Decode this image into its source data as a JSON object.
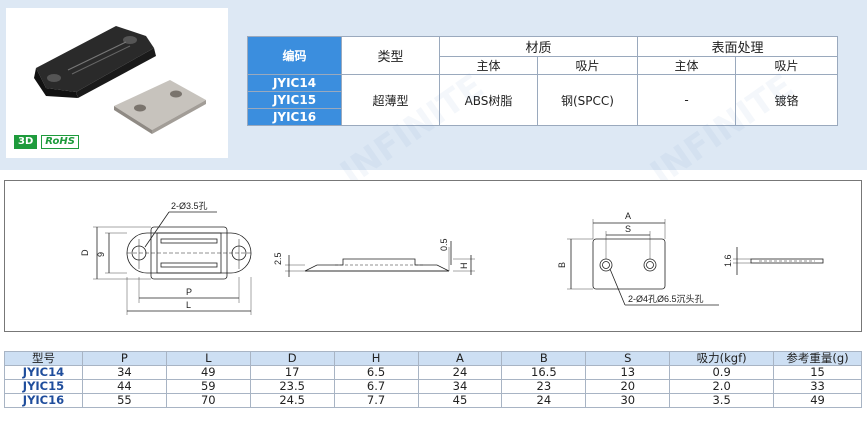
{
  "badges": {
    "three_d": "3D",
    "rohs": "RoHS"
  },
  "spec_table": {
    "code_header": "编码",
    "type_header": "类型",
    "material_header": "材质",
    "surface_header": "表面处理",
    "sub_body": "主体",
    "sub_plate": "吸片",
    "codes": [
      "JYIC14",
      "JYIC15",
      "JYIC16"
    ],
    "type_value": "超薄型",
    "material_body": "ABS树脂",
    "material_plate": "钢(SPCC)",
    "surface_body": "-",
    "surface_plate": "镀铬"
  },
  "drawing_labels": {
    "hole_note": "2-Ø3.5孔",
    "D": "D",
    "nine": "9",
    "P": "P",
    "L": "L",
    "side_25": "2.5",
    "side_05": "0.5",
    "H": "H",
    "A": "A",
    "S": "S",
    "B": "B",
    "plate_note": "2-Ø4孔Ø6.5沉头孔",
    "t16": "1.6"
  },
  "dim_table": {
    "headers": [
      "型号",
      "P",
      "L",
      "D",
      "H",
      "A",
      "B",
      "S",
      "吸力(kgf)",
      "参考重量(g)"
    ],
    "rows": [
      [
        "JYIC14",
        "34",
        "49",
        "17",
        "6.5",
        "24",
        "16.5",
        "13",
        "0.9",
        "15"
      ],
      [
        "JYIC15",
        "44",
        "59",
        "23.5",
        "6.7",
        "34",
        "23",
        "20",
        "2.0",
        "33"
      ],
      [
        "JYIC16",
        "55",
        "70",
        "24.5",
        "7.7",
        "45",
        "24",
        "30",
        "3.5",
        "49"
      ]
    ]
  },
  "colors": {
    "header_blue": "#3b8ede",
    "panel_bg": "#dde8f4",
    "model_text": "#1f4d9c"
  }
}
